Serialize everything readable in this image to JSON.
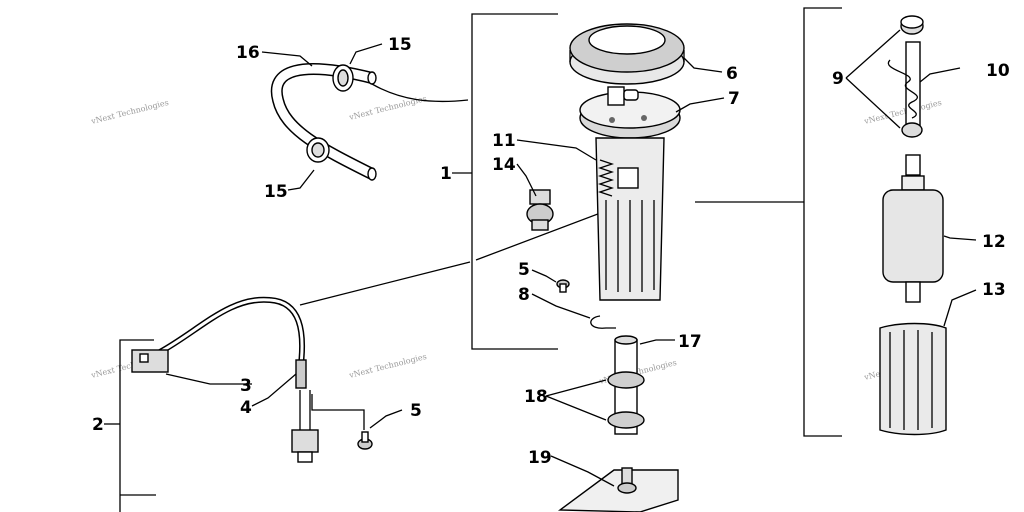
{
  "diagram": {
    "callouts": {
      "c1": "1",
      "c2": "2",
      "c3": "3",
      "c4": "4",
      "c5a": "5",
      "c5b": "5",
      "c6": "6",
      "c7": "7",
      "c8": "8",
      "c9": "9",
      "c10": "10",
      "c11": "11",
      "c12": "12",
      "c13": "13",
      "c14": "14",
      "c15a": "15",
      "c15b": "15",
      "c16": "16",
      "c17": "17",
      "c18": "18",
      "c19": "19"
    },
    "watermark": "vNext Technologies"
  }
}
